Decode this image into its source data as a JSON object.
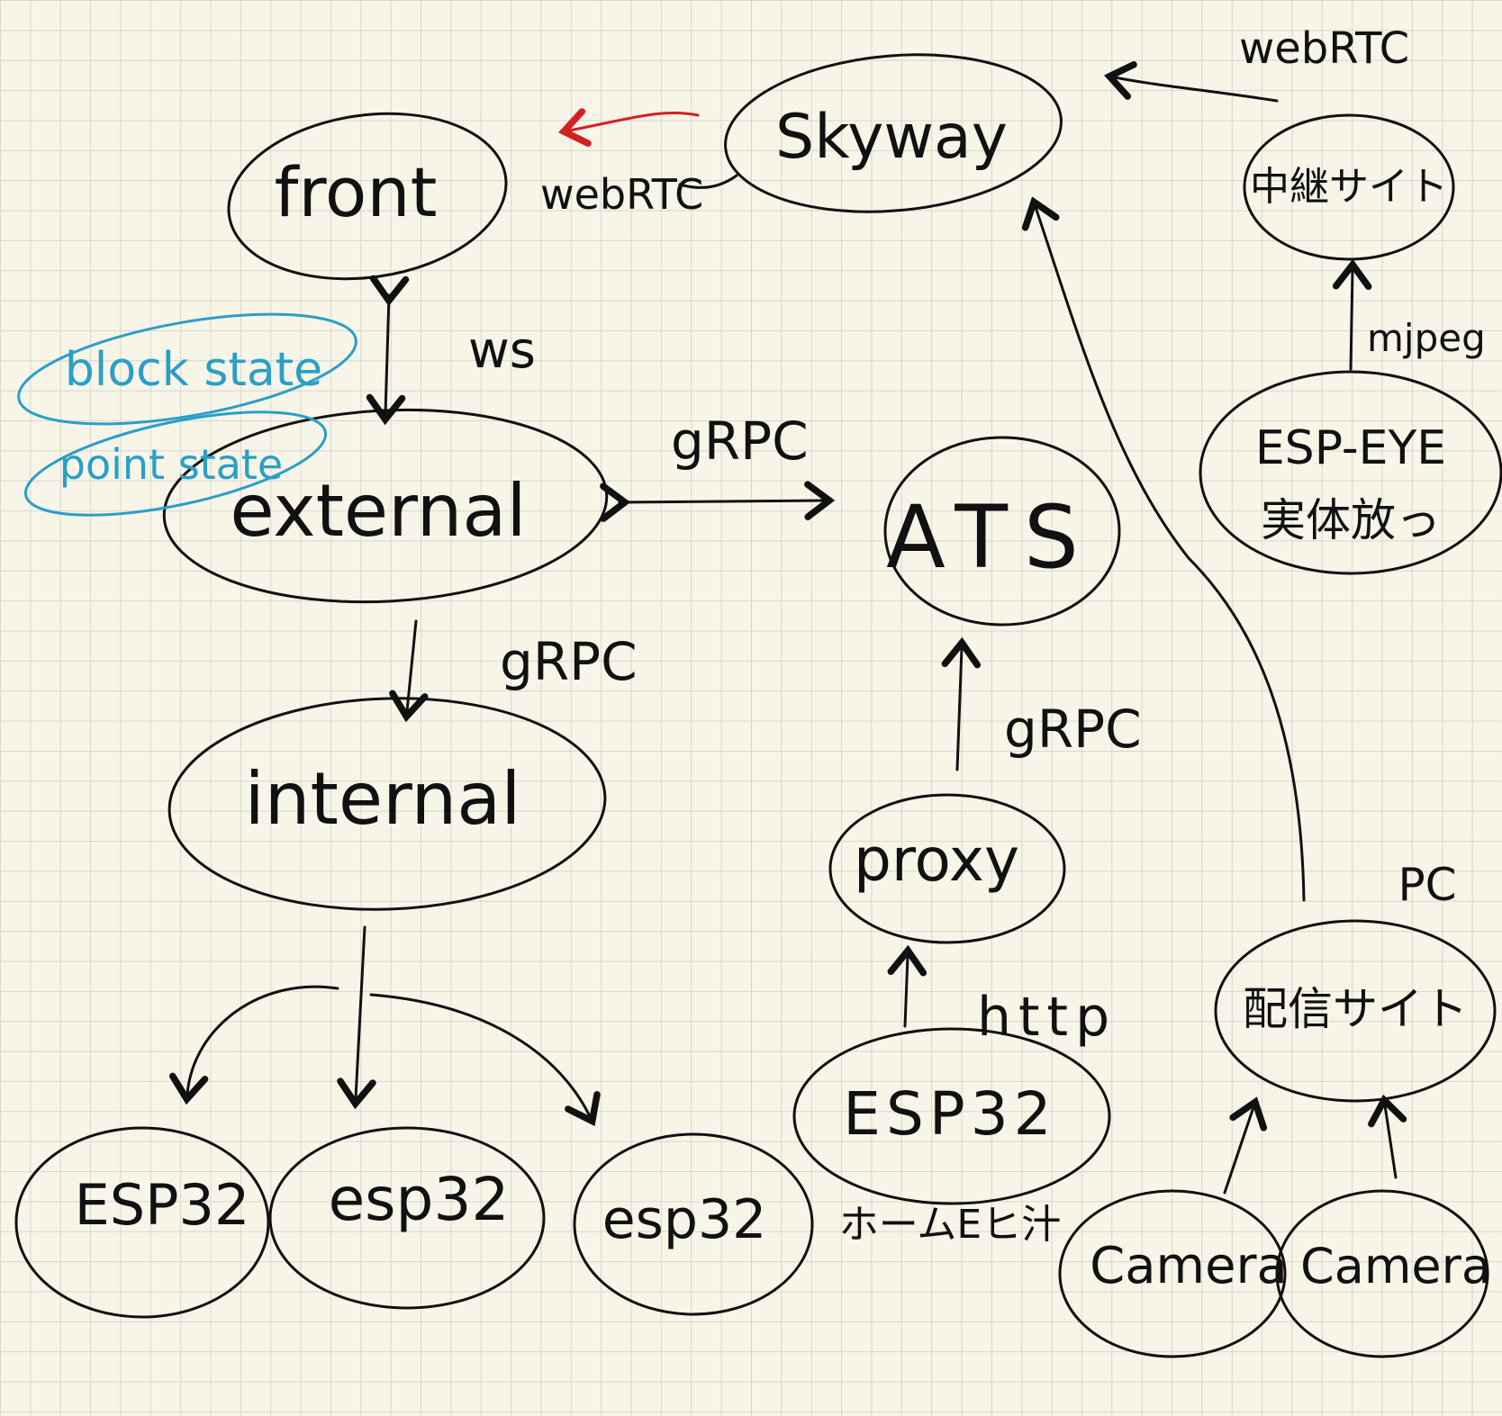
{
  "nodes": {
    "front": "front",
    "skyway": "Skyway",
    "relay_site": "中継サイト",
    "esp_eye": "ESP-EYE",
    "esp_eye_sub": "実体放っ",
    "external": "external",
    "ats": "ATS",
    "internal": "internal",
    "proxy": "proxy",
    "esp32_main": "ESP32",
    "esp32_main_sub": "ホームEヒ汁",
    "streaming_site": "配信サイト",
    "pc_label": "PC",
    "esp32_a": "ESP32",
    "esp32_b": "esp32",
    "esp32_c": "esp32",
    "camera_a": "Camera",
    "camera_b": "Camera"
  },
  "edges": {
    "webrtc_front": "webRTC",
    "webrtc_relay": "webRTC",
    "ws": "ws",
    "grpc_external_ats": "gRPC",
    "grpc_external_internal": "gRPC",
    "grpc_proxy_ats": "gRPC",
    "http": "http",
    "mjpeg": "mjpeg"
  },
  "annotations": {
    "block_state": "block state",
    "point_state": "point state"
  },
  "colors": {
    "ink": "#111111",
    "annotation": "#2a9fc7",
    "highlight_arrow": "#d42020",
    "paper": "#f7f4e8",
    "grid": "#d9d6cc"
  }
}
